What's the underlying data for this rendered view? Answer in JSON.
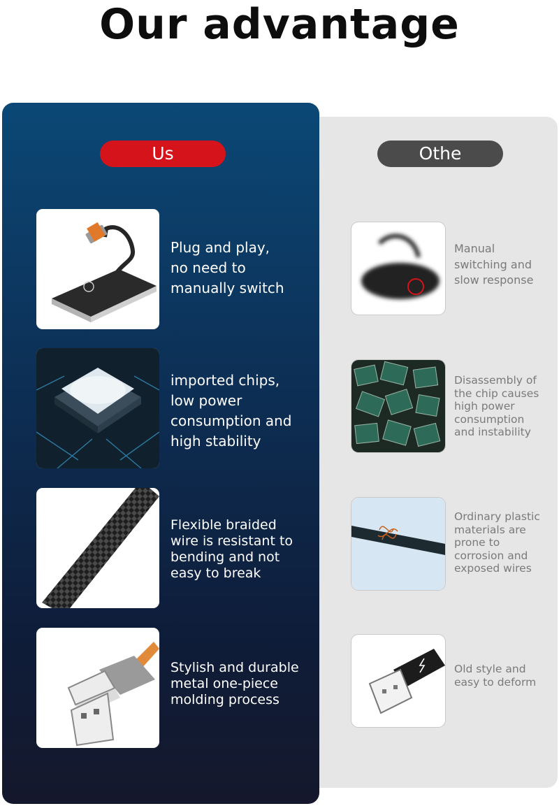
{
  "title": "Our advantage",
  "us_label": "Us",
  "other_label": "Othe",
  "us_items": [
    {
      "image": "usb-hub-device",
      "lines": [
        "Plug and play,",
        "no need to",
        "manually switch"
      ]
    },
    {
      "image": "circuit-chip",
      "lines": [
        "imported chips,",
        "low power",
        "consumption and",
        "high stability"
      ]
    },
    {
      "image": "braided-cable",
      "lines": [
        "Flexible braided",
        "wire is resistant to",
        "bending and not",
        "easy to break"
      ]
    },
    {
      "image": "metal-usb-plug",
      "lines": [
        "Stylish and durable",
        "metal one-piece",
        "molding process"
      ]
    }
  ],
  "other_items": [
    {
      "image": "blurry-hub-device",
      "lines": [
        "Manual",
        "switching and",
        "slow response"
      ]
    },
    {
      "image": "pile-of-chips",
      "lines": [
        "Disassembly of",
        "the chip causes",
        "high power",
        "consumption",
        "and instability"
      ]
    },
    {
      "image": "damaged-cable",
      "lines": [
        "Ordinary plastic",
        "materials are",
        "prone to",
        "corrosion and",
        "exposed wires"
      ]
    },
    {
      "image": "plain-usb-plug",
      "lines": [
        "Old style and",
        "easy to deform"
      ]
    }
  ],
  "colors": {
    "us_accent": "#d5131a",
    "other_pill": "#4b4b4b",
    "left_panel_top": "#0b4876",
    "left_panel_bottom": "#15182c",
    "right_panel": "#e6e6e6"
  }
}
